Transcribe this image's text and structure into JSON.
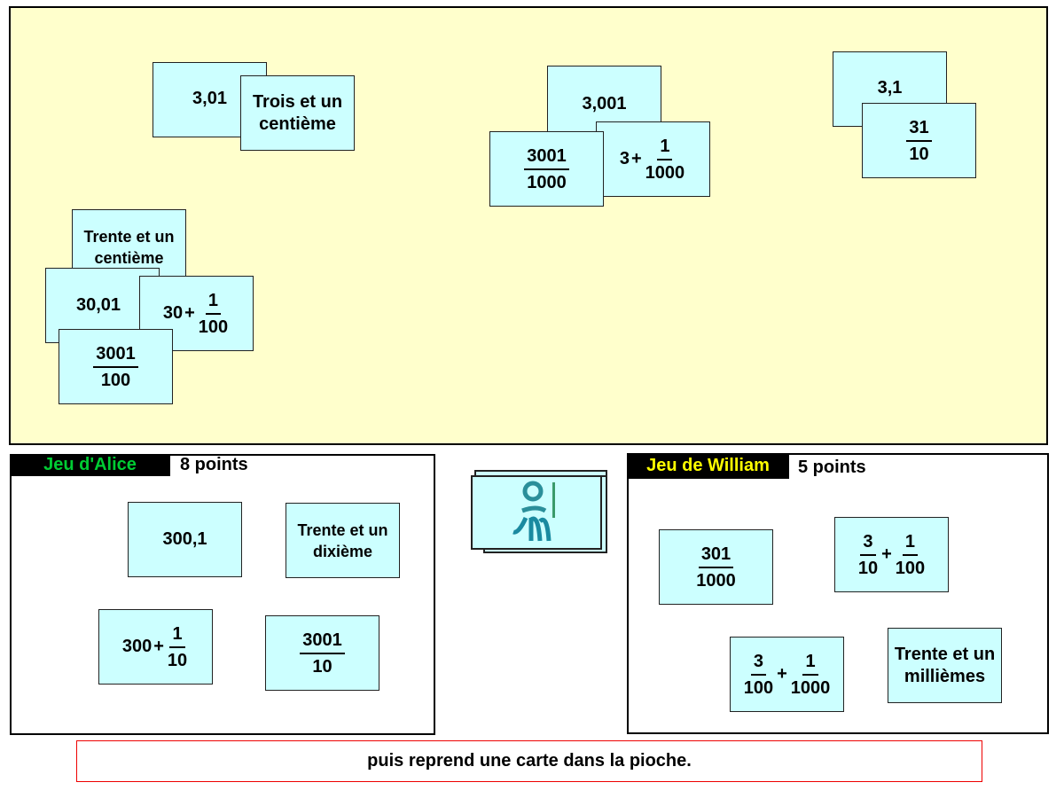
{
  "table_cards": {
    "c1": "3,01",
    "c2": "Trois et un centième",
    "c3": "3,001",
    "c4": {
      "num": "3001",
      "den": "1000"
    },
    "c5": {
      "int": "3",
      "op": "+",
      "num": "1",
      "den": "1000"
    },
    "c6": "3,1",
    "c7": {
      "num": "31",
      "den": "10"
    },
    "c8": "Trente et un centième",
    "c9": "30,01",
    "c10": {
      "int": "30",
      "op": "+",
      "num": "1",
      "den": "100"
    },
    "c11": {
      "num": "3001",
      "den": "100"
    }
  },
  "alice": {
    "title": "Jeu d'Alice",
    "title_color": "#00cc33",
    "points": "8 points",
    "cards": {
      "a1": "300,1",
      "a2": "Trente et un dixième",
      "a3": {
        "int": "300",
        "op": "+",
        "num": "1",
        "den": "10"
      },
      "a4": {
        "num": "3001",
        "den": "10"
      }
    }
  },
  "william": {
    "title": "Jeu de William",
    "title_color": "#ffff00",
    "points": "5 points",
    "cards": {
      "w1": {
        "num": "301",
        "den": "1000"
      },
      "w2": {
        "n1": "3",
        "d1": "10",
        "op": "+",
        "n2": "1",
        "d2": "100"
      },
      "w3": {
        "n1": "3",
        "d1": "100",
        "op": "+",
        "n2": "1",
        "d2": "1000"
      },
      "w4": "Trente et un millièmes"
    }
  },
  "deck": {
    "logo": "2M IREM"
  },
  "message": "puis reprend une carte dans la pioche.",
  "colors": {
    "table": "#ffffcc",
    "card": "#ccffff",
    "message_border": "#ee0000"
  }
}
